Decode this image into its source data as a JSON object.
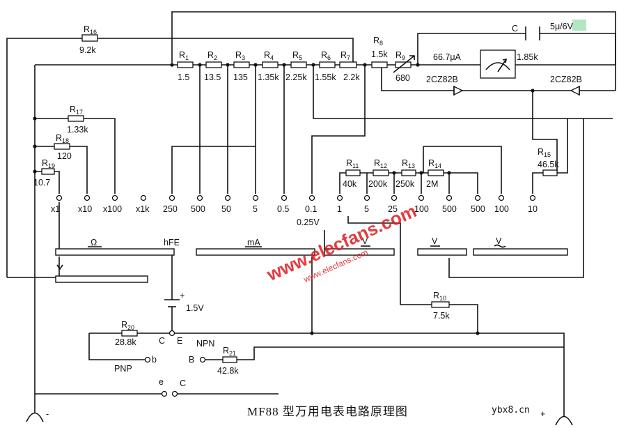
{
  "title": "MF88 型万用电表电路原理图",
  "site_mark": "ybx8.cn",
  "watermark": {
    "main": "www.elecfans.com",
    "small": "www.elecfans.com"
  },
  "colors": {
    "watermark": "#e0191e",
    "highlight": "#7fd49a",
    "ink": "#111111"
  },
  "resistors": [
    {
      "id": "R16",
      "name": "R",
      "sub": "16",
      "value": "9.2k"
    },
    {
      "id": "R1",
      "name": "R",
      "sub": "1",
      "value": "1.5"
    },
    {
      "id": "R2",
      "name": "R",
      "sub": "2",
      "value": "13.5"
    },
    {
      "id": "R3",
      "name": "R",
      "sub": "3",
      "value": "135"
    },
    {
      "id": "R4",
      "name": "R",
      "sub": "4",
      "value": "1.35k"
    },
    {
      "id": "R5",
      "name": "R",
      "sub": "5",
      "value": "2.25k"
    },
    {
      "id": "R6",
      "name": "R",
      "sub": "6",
      "value": "1.55k"
    },
    {
      "id": "R7",
      "name": "R",
      "sub": "7",
      "value": "2.2k"
    },
    {
      "id": "R8",
      "name": "R",
      "sub": "8",
      "value": "1.5k"
    },
    {
      "id": "R9",
      "name": "R",
      "sub": "9",
      "value": "680"
    },
    {
      "id": "R17",
      "name": "R",
      "sub": "17",
      "value": "1.33k"
    },
    {
      "id": "R18",
      "name": "R",
      "sub": "18",
      "value": "120"
    },
    {
      "id": "R19",
      "name": "R",
      "sub": "19",
      "value": "10.7"
    },
    {
      "id": "R11",
      "name": "R",
      "sub": "11",
      "value": "40k"
    },
    {
      "id": "R12",
      "name": "R",
      "sub": "12",
      "value": "200k"
    },
    {
      "id": "R13",
      "name": "R",
      "sub": "13",
      "value": "250k"
    },
    {
      "id": "R14",
      "name": "R",
      "sub": "14",
      "value": "2M"
    },
    {
      "id": "R15",
      "name": "R",
      "sub": "15",
      "value": "46.5k"
    },
    {
      "id": "R10",
      "name": "R",
      "sub": "10",
      "value": "7.5k"
    },
    {
      "id": "R20",
      "name": "R",
      "sub": "20",
      "value": "28.8k"
    },
    {
      "id": "R21",
      "name": "R",
      "sub": "21",
      "value": "42.8k"
    }
  ],
  "capacitor": {
    "name": "C",
    "value_a": "5μ",
    "value_b": "6V",
    "separator": "/"
  },
  "meter": {
    "current": "66.7μA",
    "resistance": "1.85k"
  },
  "diodes": {
    "left": "2CZ82B",
    "right": "2CZ82B"
  },
  "battery": {
    "plus": "+",
    "voltage": "1.5V"
  },
  "ohm_ranges": [
    "x1",
    "x10",
    "x100",
    "x1k"
  ],
  "ma_ranges": [
    "250",
    "500",
    "50",
    "5",
    "0.5",
    "0.1"
  ],
  "ma_extra": "0.25V",
  "v_ranges": [
    "1",
    "5",
    "25",
    "100",
    "500",
    "500",
    "100",
    "10"
  ],
  "switch_labels": {
    "ohm": "Ω",
    "hfe": "hFE",
    "ma": "mA",
    "vdc": "V",
    "vac": "V",
    "vac2": "V"
  },
  "hfe": {
    "c": "C",
    "e": "E",
    "npn": "NPN",
    "pnp": "PNP",
    "b_right": "B",
    "b_left": "b",
    "e2": "e",
    "c2": "C"
  },
  "probes": {
    "minus": "-",
    "plus": "+"
  }
}
